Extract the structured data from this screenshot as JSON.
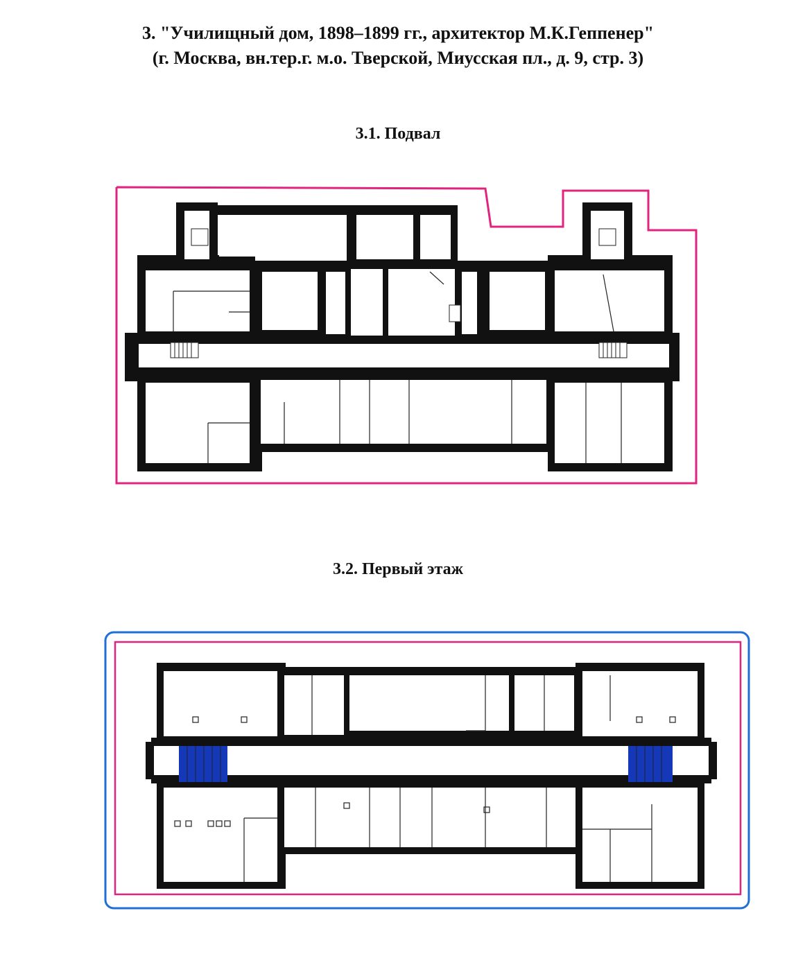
{
  "heading": {
    "line1": "3. \"Училищный дом, 1898–1899 гг., архитектор М.К.Геппенер\"",
    "line2": "(г. Москва, вн.тер.г. м.о. Тверской, Миусская пл., д. 9, стр. 3)"
  },
  "sections": [
    {
      "label": "3.1. Подвал"
    },
    {
      "label": "3.2. Первый этаж"
    }
  ],
  "colors": {
    "boundary_magenta": "#e0237f",
    "boundary_blue": "#1f6fd6",
    "stair_fill": "#1538b8",
    "wall": "#111111"
  }
}
